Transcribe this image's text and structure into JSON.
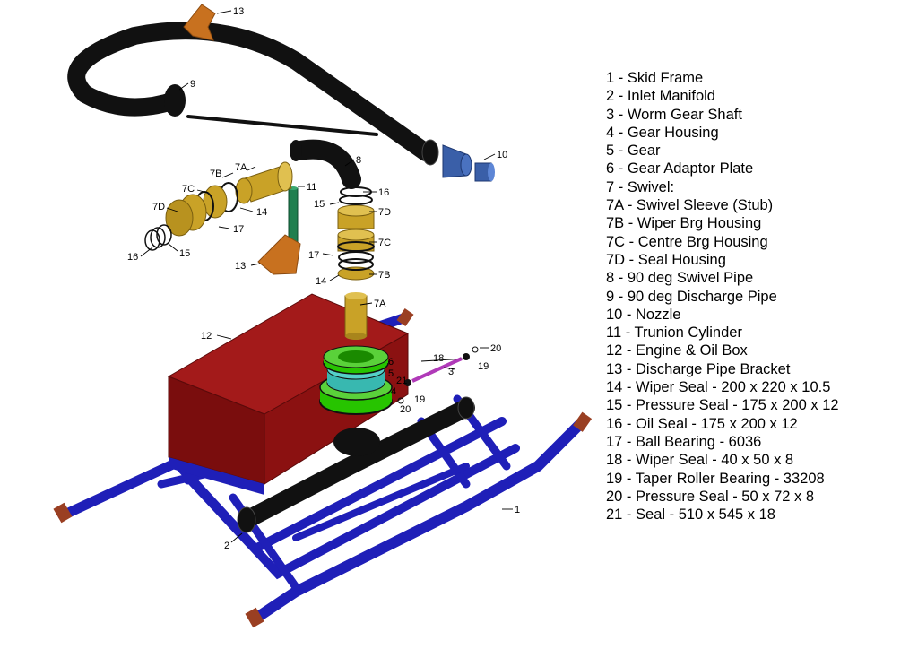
{
  "legend": [
    "1 - Skid Frame",
    "2 - Inlet Manifold",
    "3 - Worm Gear Shaft",
    "4 - Gear Housing",
    "5 - Gear",
    "6 - Gear Adaptor Plate",
    "7 - Swivel:",
    "7A - Swivel Sleeve (Stub)",
    "7B - Wiper Brg Housing",
    "7C - Centre Brg Housing",
    "7D - Seal Housing",
    "8 - 90 deg Swivel Pipe",
    "9 - 90 deg Discharge Pipe",
    "10 - Nozzle",
    "11 - Trunion Cylinder",
    "12 - Engine & Oil Box",
    "13 - Discharge Pipe Bracket",
    "14 - Wiper Seal - 200 x 220 x 10.5",
    "15 - Pressure Seal - 175 x 200 x 12",
    "16 - Oil Seal - 175 x 200 x 12",
    "17 - Ball Bearing - 6036",
    "18 - Wiper Seal - 40 x 50 x 8",
    "19 - Taper Roller Bearing - 33208",
    "20 - Pressure Seal - 50 x 72 x 8",
    "21 - Seal - 510 x 545 x 18"
  ],
  "callouts": {
    "c13a": "13",
    "c9": "9",
    "c10": "10",
    "c8": "8",
    "c7a_left": "7A",
    "c7b_left": "7B",
    "c7c_left": "7C",
    "c7d_left": "7D",
    "c14_left": "14",
    "c17_left": "17",
    "c16_left": "16",
    "c15_left": "15",
    "c11": "11",
    "c13b": "13",
    "c16_right": "16",
    "c15_right": "15",
    "c7d_right": "7D",
    "c7c_right": "7C",
    "c17_right": "17",
    "c14_right": "14",
    "c7b_right": "7B",
    "c7a_right": "7A",
    "c12": "12",
    "c18": "18",
    "c20a": "20",
    "c19a": "19",
    "c3": "3",
    "c6": "6",
    "c5": "5",
    "c21": "21",
    "c4": "4",
    "c19b": "19",
    "c20b": "20",
    "c1": "1",
    "c2": "2"
  },
  "colors": {
    "frame_blue": "#1f1fb8",
    "frame_copper": "#9a3f22",
    "engine_red": "#8b1111",
    "pipe_black": "#111111",
    "swivel_gold": "#c9a227",
    "gear_green": "#27c400",
    "nozzle_blue": "#3a5fa8",
    "bracket_orange": "#c8711f",
    "cylinder_green": "#1f7f4f",
    "shaft_magenta": "#b03ab8"
  }
}
